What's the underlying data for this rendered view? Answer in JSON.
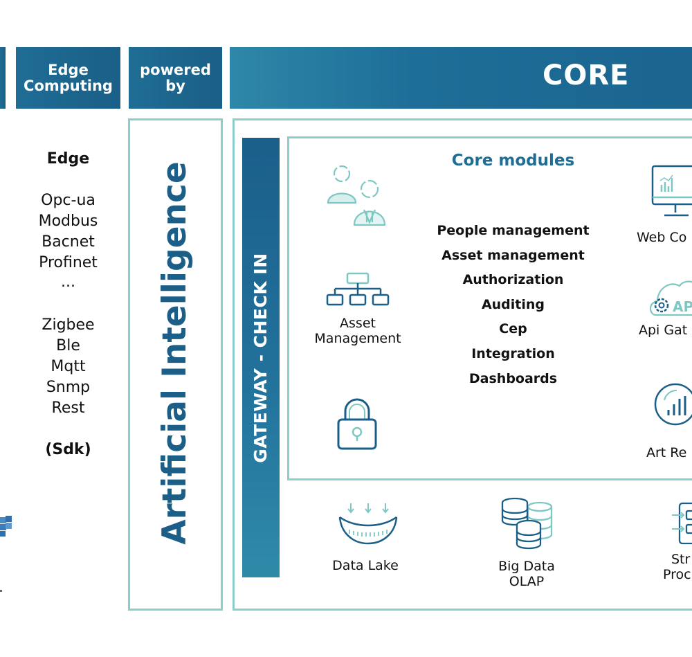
{
  "headers": {
    "edge_computing": [
      "Edge",
      "Computing"
    ],
    "powered_by": [
      "powered",
      "by"
    ],
    "core": "CORE"
  },
  "edge_column": {
    "title": "Edge",
    "group1": [
      "Opc-ua",
      "Modbus",
      "Bacnet",
      "Profinet",
      "..."
    ],
    "group2": [
      "Zigbee",
      "Ble",
      "Mqtt",
      "Snmp",
      "Rest"
    ],
    "footer": "(Sdk)"
  },
  "ai_label": "Artificial Intelligence",
  "gateway_label": "GATEWAY - CHECK IN",
  "core_modules": {
    "title": "Core modules",
    "items": [
      "People management",
      "Asset management",
      "Authorization",
      "Auditing",
      "Cep",
      "Integration",
      "Dashboards"
    ]
  },
  "module_icons": {
    "asset_management": [
      "Asset",
      "Management"
    ],
    "web_console": "Web Co",
    "api_gateway": "Api Gat",
    "api_badge": "AP",
    "art_re": "Art Re"
  },
  "storage": {
    "data_lake": "Data Lake",
    "big_data": [
      "Big Data",
      "OLAP"
    ],
    "stream": [
      "Str",
      "Proc"
    ]
  },
  "colors": {
    "header_blue": "#1f6d95",
    "teal_frame": "#8ccfca",
    "title_blue": "#1f6d95",
    "icon_teal": "#7ec8c4",
    "icon_dark": "#1b5f88"
  }
}
